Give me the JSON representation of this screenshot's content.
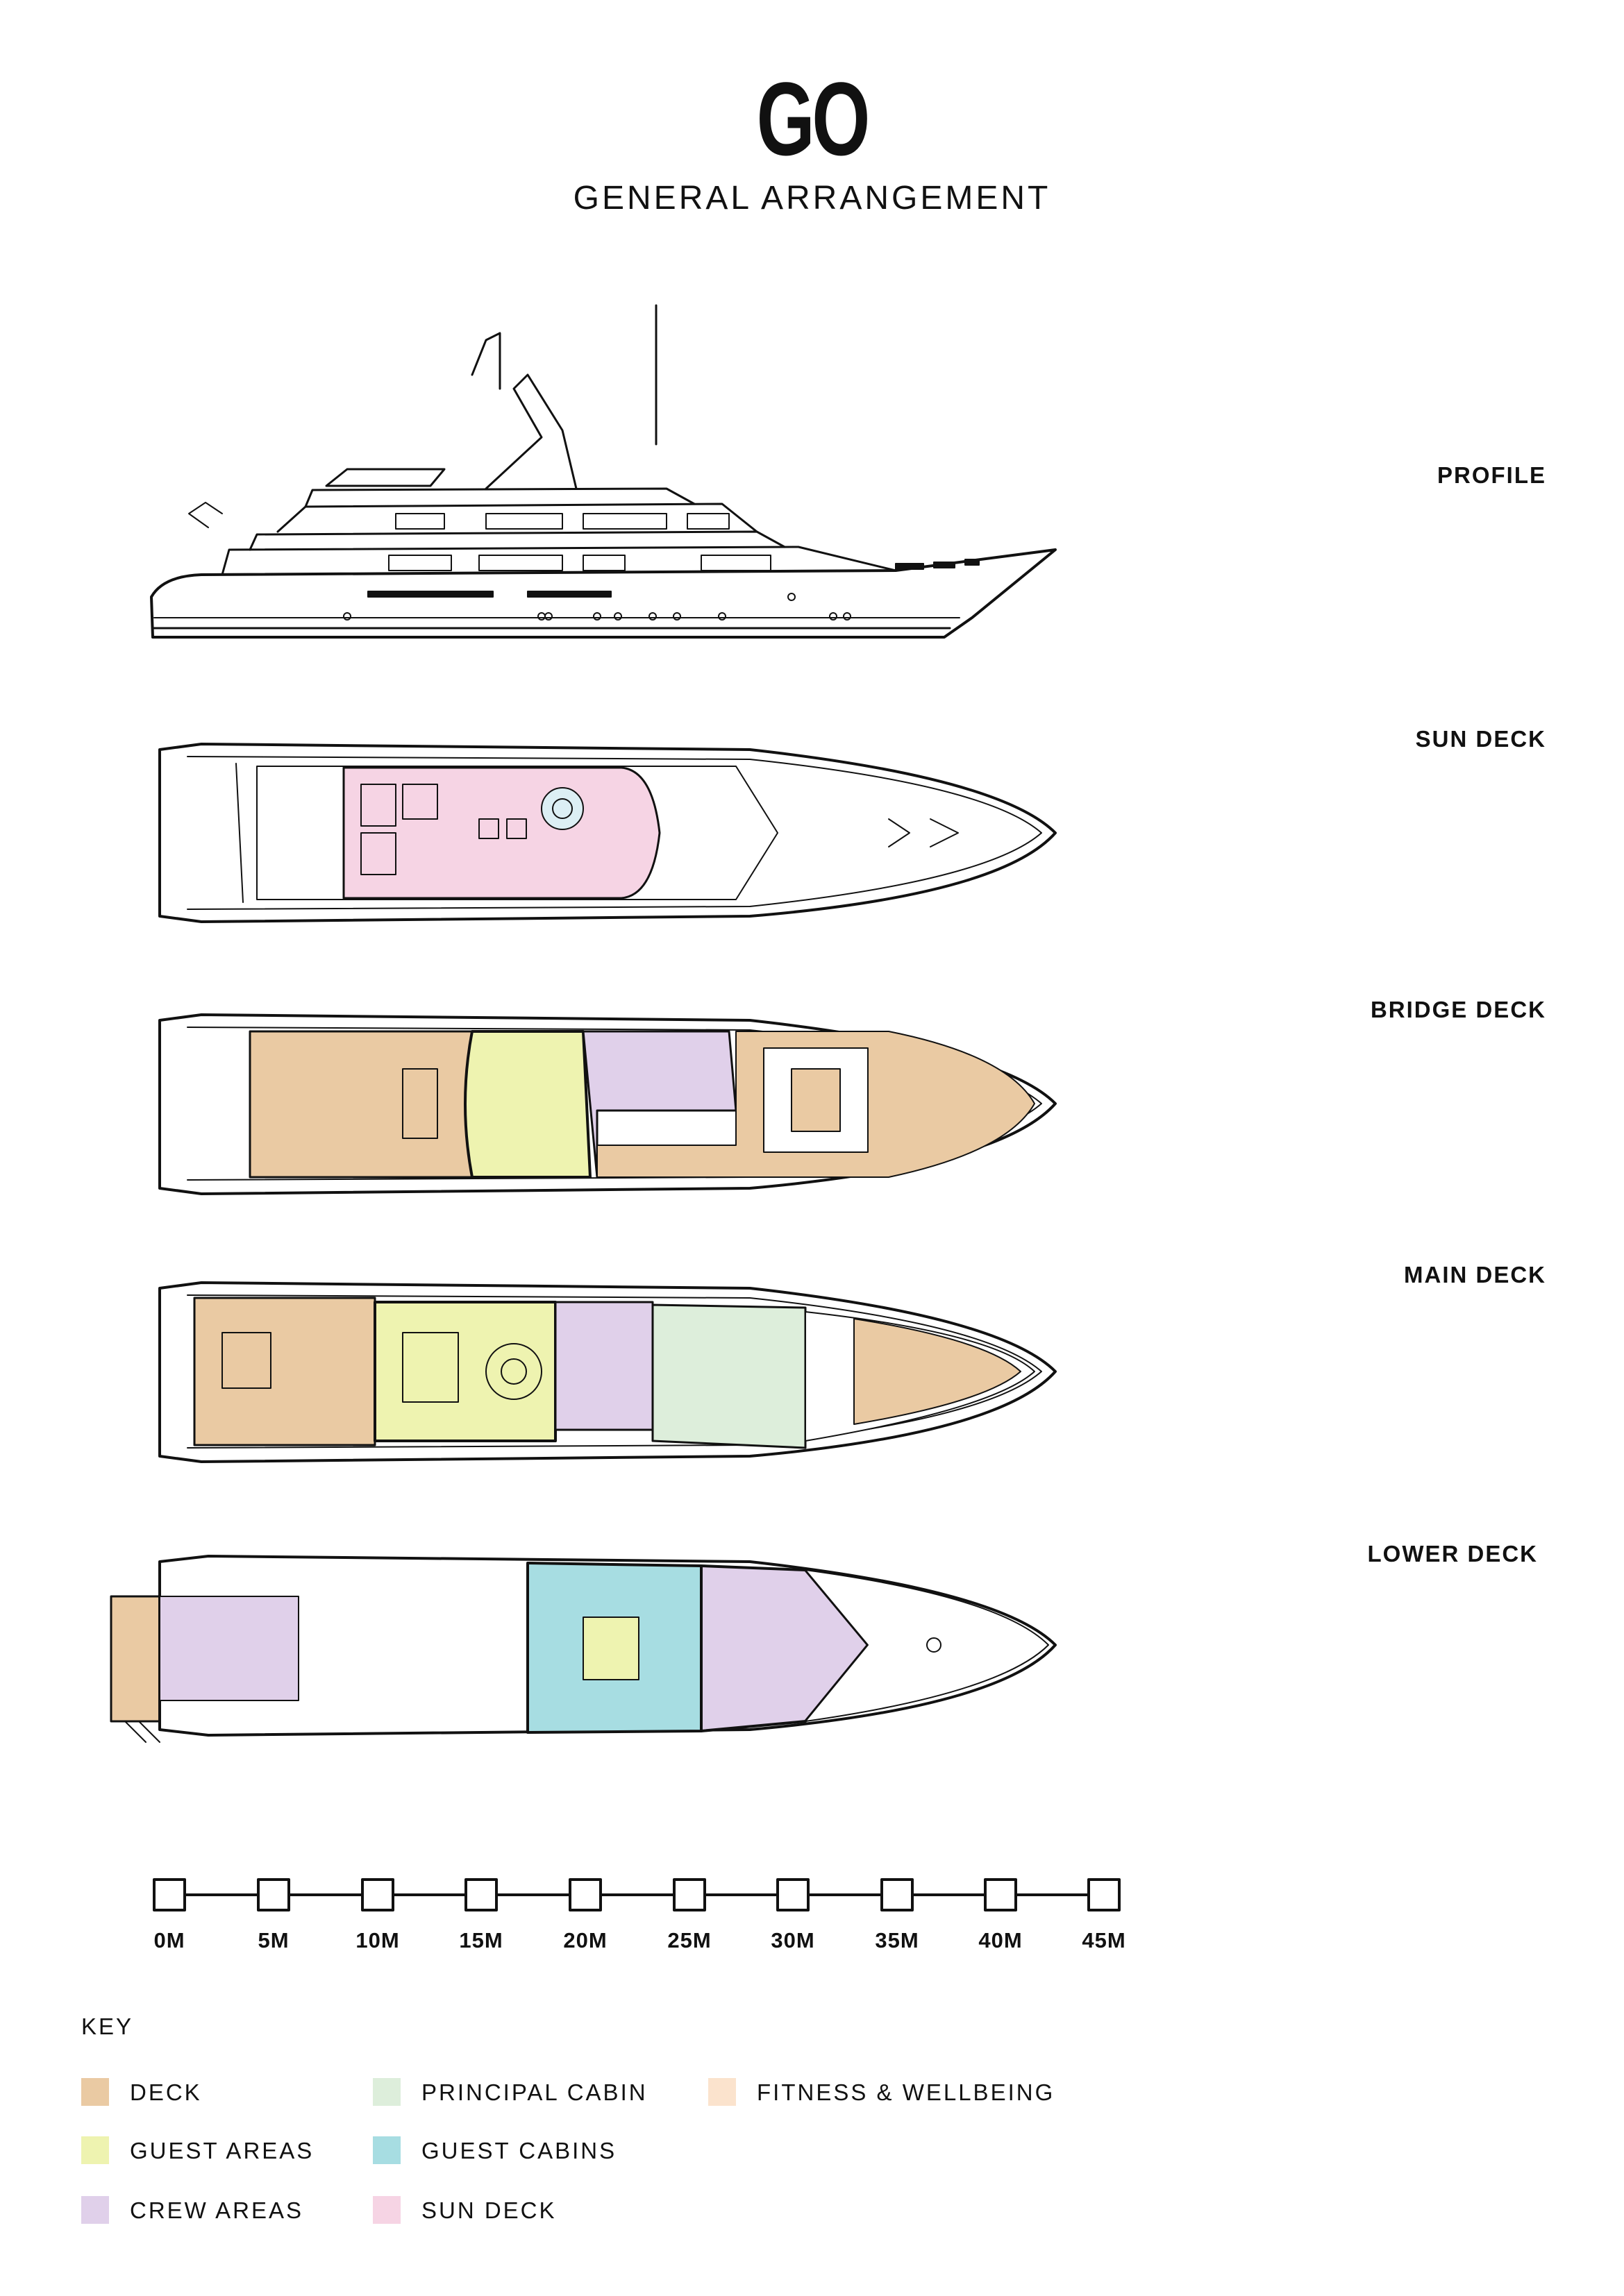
{
  "header": {
    "title": "GO",
    "subtitle": "GENERAL ARRANGEMENT"
  },
  "decks": {
    "profile": "PROFILE",
    "sun": "SUN DECK",
    "bridge": "BRIDGE DECK",
    "main": "MAIN DECK",
    "lower": "LOWER DECK"
  },
  "scale": {
    "ticks": [
      "0M",
      "5M",
      "10M",
      "15M",
      "20M",
      "25M",
      "30M",
      "35M",
      "40M",
      "45M"
    ]
  },
  "key": {
    "title": "KEY",
    "items": [
      {
        "label": "DECK",
        "color": "#EACAA3"
      },
      {
        "label": "GUEST AREAS",
        "color": "#EEF3B0"
      },
      {
        "label": "CREW AREAS",
        "color": "#E0D0EA"
      },
      {
        "label": "PRINCIPAL CABIN",
        "color": "#DDEEDB"
      },
      {
        "label": "GUEST CABINS",
        "color": "#A7DDE2"
      },
      {
        "label": "SUN DECK",
        "color": "#F6D4E4"
      },
      {
        "label": "FITNESS & WELLBEING",
        "color": "#FBE3CD"
      }
    ]
  }
}
